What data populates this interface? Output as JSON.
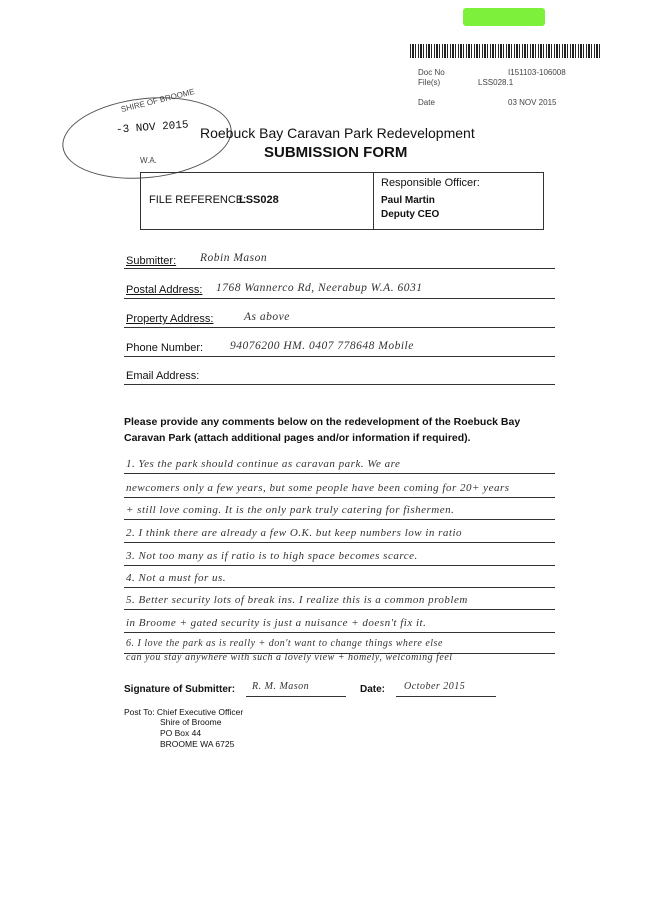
{
  "header": {
    "doc_no_label": "Doc No",
    "doc_no": "I151103-106008",
    "files_label": "File(s)",
    "files": "LSS028.1",
    "date_label": "Date",
    "date": "03 NOV 2015"
  },
  "stamp": {
    "top": "SHIRE OF BROOME",
    "date": "-3 NOV 2015",
    "bottom": "W.A."
  },
  "title": "Roebuck Bay Caravan Park Redevelopment",
  "subtitle": "SUBMISSION FORM",
  "reference": {
    "label": "FILE REFERENCE:",
    "value": "LSS028",
    "officer_label": "Responsible Officer:",
    "officer_name": "Paul Martin",
    "officer_title": "Deputy CEO"
  },
  "fields": [
    {
      "label": "Submitter:",
      "value": "Robin Mason"
    },
    {
      "label": "Postal Address:",
      "value": "1768 Wannerco Rd, Neerabup W.A. 6031"
    },
    {
      "label": "Property Address:",
      "value": "As above"
    },
    {
      "label": "Phone Number:",
      "value": "94076200 HM.   0407 778648 Mobile"
    },
    {
      "label": "Email Address:",
      "value": ""
    }
  ],
  "instructions": "Please provide any comments below on the redevelopment of the Roebuck Bay Caravan Park (attach additional pages and/or information if required).",
  "comments": [
    "1. Yes the park should continue as caravan park. We are",
    "newcomers only a few years, but some people have been coming for 20+ years",
    "+ still love coming. It is the only park truly catering for fishermen.",
    "2. I think there are already a few O.K. but keep numbers low in ratio",
    "3. Not too many as if ratio is to high space becomes scarce.",
    "4. Not a must for us.",
    "5. Better security lots of break ins. I realize this is a common problem",
    "in Broome + gated security is just a nuisance + doesn't fix it.",
    "6. I love the park as is really + don't want to change things where else",
    "can you stay anywhere with such a lovely view + homely, welcoming feel"
  ],
  "signature": {
    "label": "Signature of Submitter:",
    "value": "R. M. Mason",
    "date_label": "Date:",
    "date": "October 2015"
  },
  "post_to": [
    "Post To: Chief Executive Officer",
    "Shire of Broome",
    "PO Box 44",
    "BROOME  WA  6725"
  ]
}
